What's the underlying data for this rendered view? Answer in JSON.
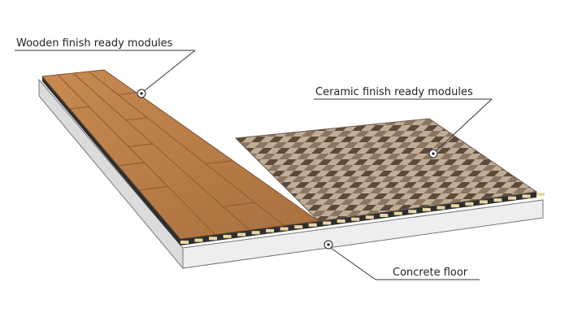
{
  "labels": {
    "wooden": "Wooden finish ready modules",
    "ceramic": "Ceramic finish ready modules",
    "concrete": "Concrete floor"
  },
  "colors": {
    "wood": "#c98a52",
    "wood_dark": "#a8703e",
    "tile_light": "#bfae97",
    "tile_dark": "#5e4a3c",
    "tile_mid": "#8c7661",
    "concrete_top": "#eeeeee",
    "concrete_side": "#dcdcdc",
    "underlay": "#2e2e2e",
    "battens": "#e8d7a5"
  }
}
